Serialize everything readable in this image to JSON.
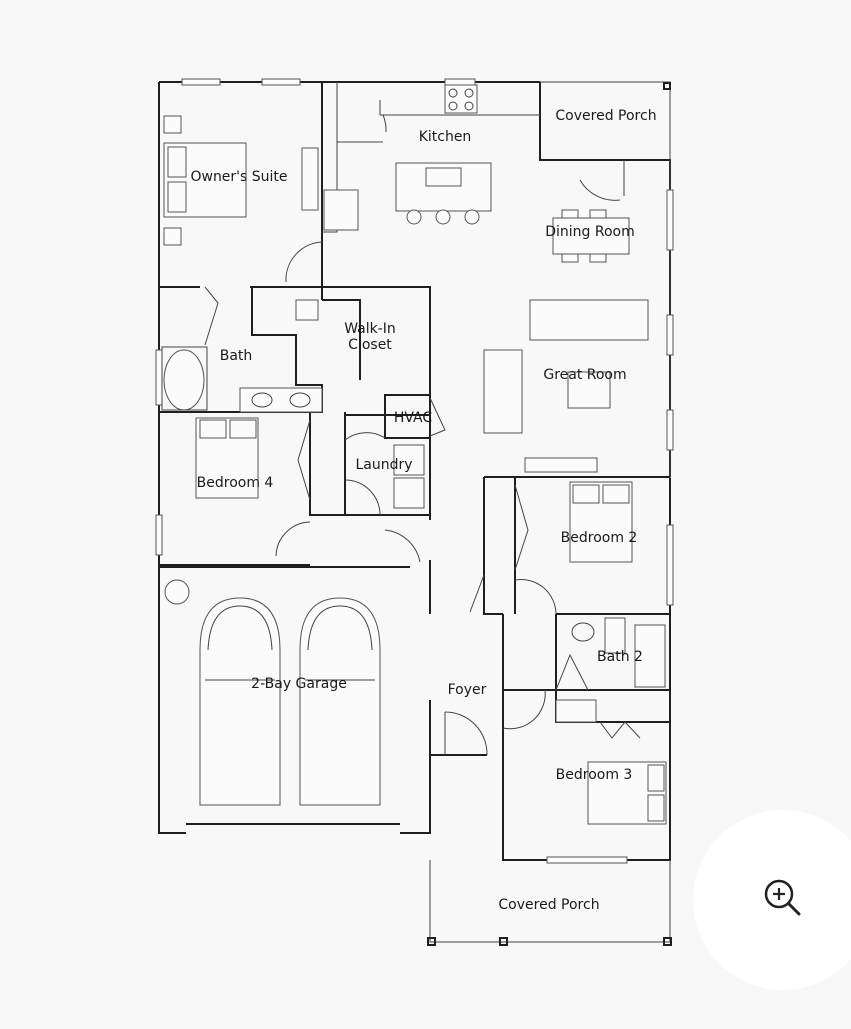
{
  "floor_plan": {
    "rooms": {
      "owners_suite": "Owner's Suite",
      "kitchen": "Kitchen",
      "covered_porch_top": "Covered Porch",
      "dining_room": "Dining Room",
      "walk_in_closet_line1": "Walk-In",
      "walk_in_closet_line2": "Closet",
      "bath": "Bath",
      "great_room": "Great Room",
      "hvac": "HVAC",
      "bedroom_4": "Bedroom 4",
      "laundry": "Laundry",
      "bedroom_2": "Bedroom 2",
      "bath_2": "Bath 2",
      "garage": "2-Bay Garage",
      "foyer": "Foyer",
      "bedroom_3": "Bedroom 3",
      "covered_porch_bottom": "Covered Porch"
    }
  },
  "controls": {
    "zoom_icon": "zoom-in-icon"
  }
}
